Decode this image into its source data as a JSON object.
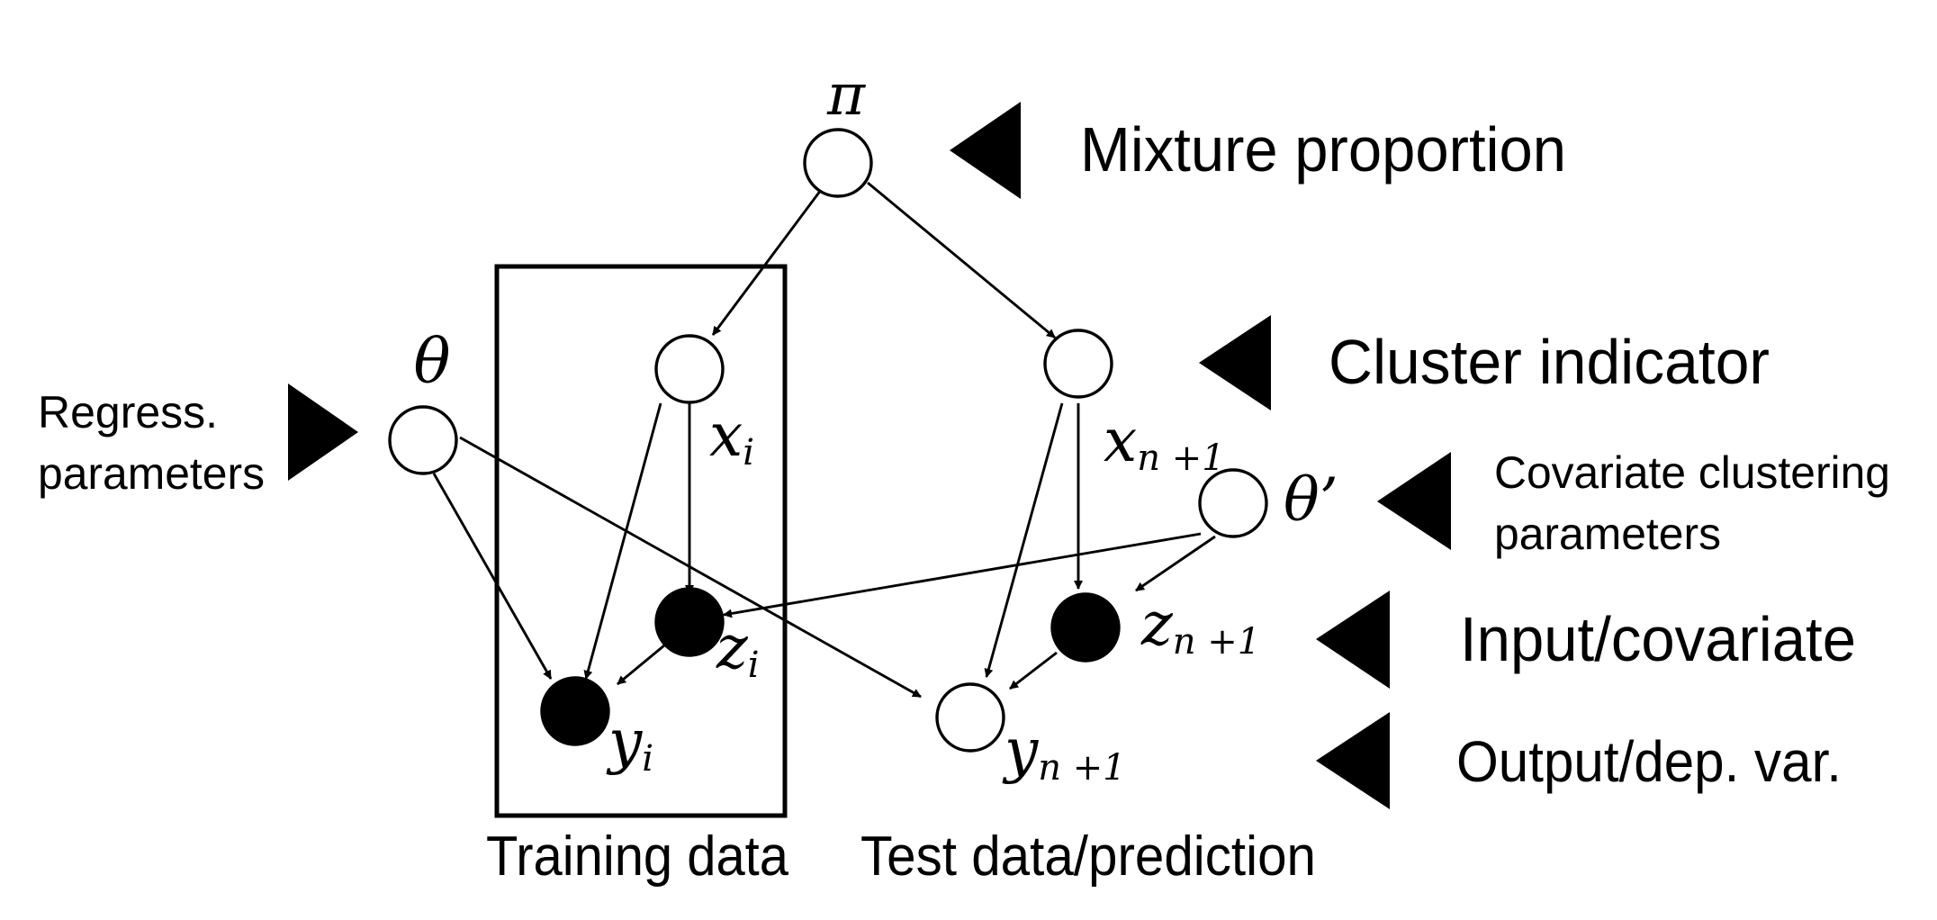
{
  "colors": {
    "background": "#ffffff",
    "ink": "#000000",
    "observed_node_fill": "#000000",
    "latent_node_fill": "#ffffff"
  },
  "nodes": {
    "pi": "π",
    "theta": "θ",
    "theta_prime": "θ’",
    "x_i": {
      "base": "x",
      "sub": "i"
    },
    "z_i": {
      "base": "z",
      "sub": "i"
    },
    "y_i": {
      "base": "y",
      "sub": "i"
    },
    "x_n1": {
      "base": "x",
      "sub": "n +1"
    },
    "z_n1": {
      "base": "z",
      "sub": "n +1"
    },
    "y_n1": {
      "base": "y",
      "sub": "n +1"
    }
  },
  "annotations": {
    "mixture_proportion": "Mixture proportion",
    "cluster_indicator": "Cluster indicator",
    "regress_parameters_line1": "Regress.",
    "regress_parameters_line2": "parameters",
    "covariate_clustering_line1": "Covariate clustering",
    "covariate_clustering_line2": "parameters",
    "input_covariate": "Input/covariate",
    "output_dep_var": "Output/dep. var."
  },
  "plate_label": "Training data",
  "test_label": "Test data/prediction"
}
